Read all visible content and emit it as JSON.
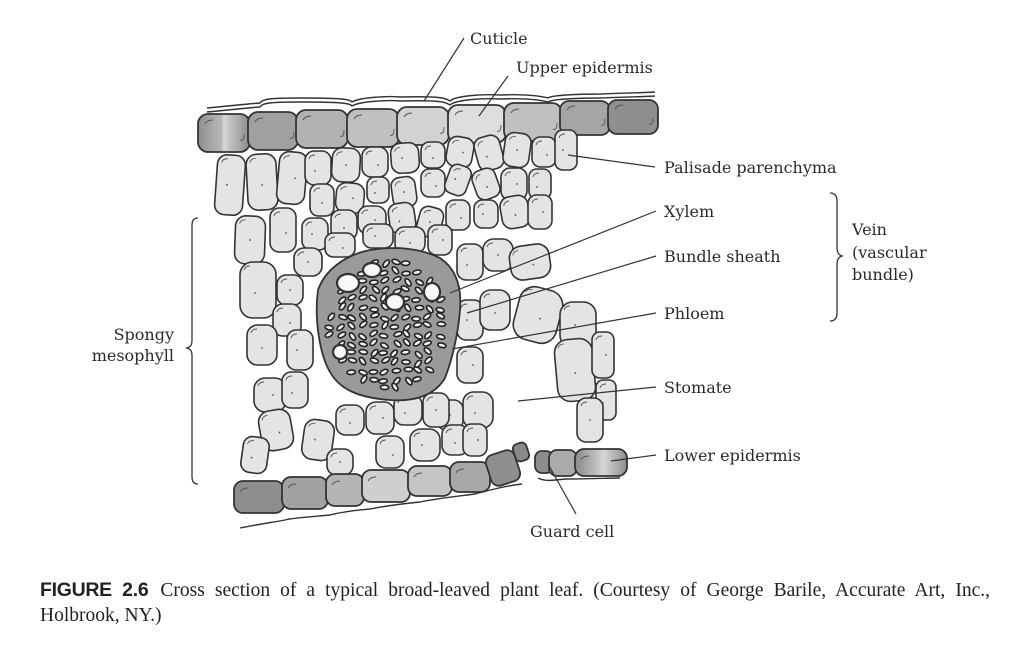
{
  "figure": {
    "number_label": "FIGURE 2.6",
    "caption": "Cross section of a typical broad-leaved plant leaf. (Courtesy of George Barile, Accurate Art, Inc., Holbrook, NY.)"
  },
  "labels": {
    "cuticle": "Cuticle",
    "upper_epidermis": "Upper epidermis",
    "palisade_parenchyma": "Palisade parenchyma",
    "xylem": "Xylem",
    "bundle_sheath": "Bundle sheath",
    "phloem": "Phloem",
    "stomate": "Stomate",
    "lower_epidermis": "Lower epidermis",
    "guard_cell": "Guard cell",
    "spongy_mesophyll_line1": "Spongy",
    "spongy_mesophyll_line2": "mesophyll",
    "vein_line1": "Vein",
    "vein_line2": "(vascular",
    "vein_line3": "bundle)"
  },
  "colors": {
    "epidermis_dark": "#8e8e8e",
    "epidermis_light": "#cfcfcf",
    "cell_fill": "#e4e4e4",
    "bundle_fill": "#9a9a9a",
    "outline": "#333333"
  }
}
